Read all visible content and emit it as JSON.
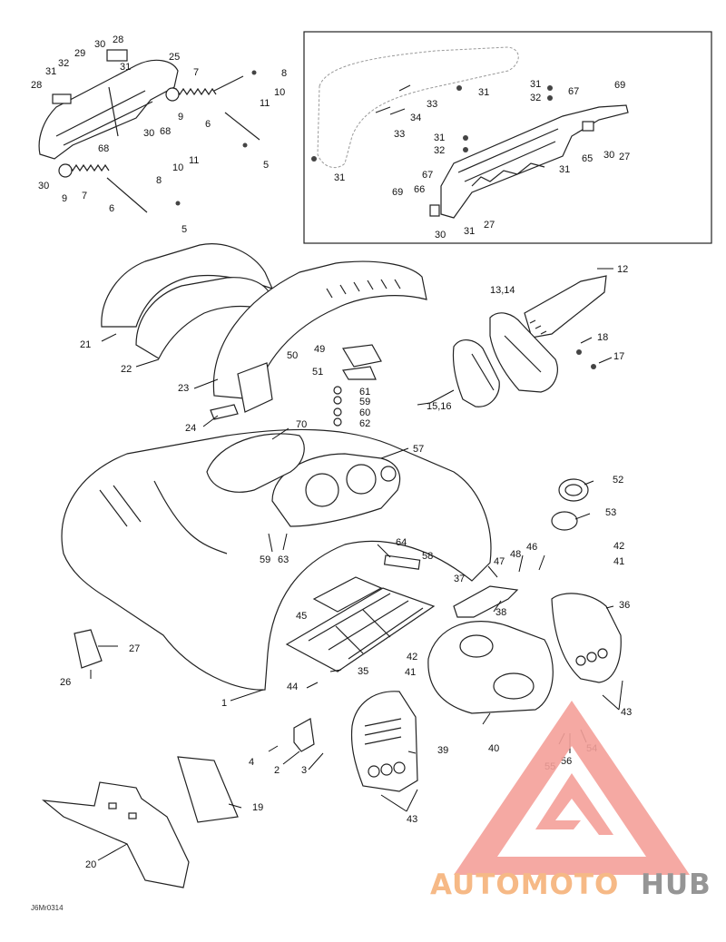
{
  "diagram": {
    "drawing_code": "J6Mr0314",
    "callouts": {
      "c1": "1",
      "c2": "2",
      "c3": "3",
      "c4": "4",
      "c5a": "5",
      "c5b": "5",
      "c6a": "6",
      "c6b": "6",
      "c7a": "7",
      "c7b": "7",
      "c8a": "8",
      "c8b": "8",
      "c9a": "9",
      "c9b": "9",
      "c10a": "10",
      "c10b": "10",
      "c11a": "11",
      "c11b": "11",
      "c12": "12",
      "c1314": "13,14",
      "c1516": "15,16",
      "c17": "17",
      "c18": "18",
      "c19": "19",
      "c20": "20",
      "c21": "21",
      "c22": "22",
      "c23": "23",
      "c24": "24",
      "c25": "25",
      "c26": "26",
      "c27a": "27",
      "c27b": "27",
      "c27c": "27",
      "c28a": "28",
      "c28b": "28",
      "c29": "29",
      "c30a": "30",
      "c30b": "30",
      "c30c": "30",
      "c30d": "30",
      "c30e": "30",
      "c31a": "31",
      "c31b": "31",
      "c31c": "31",
      "c31d": "31",
      "c31e": "31",
      "c31f": "31",
      "c31g": "31",
      "c31h": "31",
      "c32a": "32",
      "c32b": "32",
      "c32c": "32",
      "c33a": "33",
      "c33b": "33",
      "c34": "34",
      "c35": "35",
      "c36": "36",
      "c37": "37",
      "c38": "38",
      "c39": "39",
      "c40": "40",
      "c41a": "41",
      "c41b": "41",
      "c42a": "42",
      "c42b": "42",
      "c43a": "43",
      "c43b": "43",
      "c44": "44",
      "c45": "45",
      "c46": "46",
      "c47": "47",
      "c48": "48",
      "c49": "49",
      "c50": "50",
      "c51": "51",
      "c52": "52",
      "c53": "53",
      "c54": "54",
      "c55": "55",
      "c56": "56",
      "c57": "57",
      "c58": "58",
      "c59a": "59",
      "c59b": "59",
      "c60": "60",
      "c61": "61",
      "c62": "62",
      "c63": "63",
      "c64": "64",
      "c65": "65",
      "c66": "66",
      "c67a": "67",
      "c67b": "67",
      "c68a": "68",
      "c68b": "68",
      "c69a": "69",
      "c69b": "69",
      "c70": "70"
    }
  },
  "watermark": {
    "brand_part1": "AUTOMOTO",
    "brand_part2": "HUB",
    "color_primary": "#f4a09a",
    "color_text_orange": "#f6b27a",
    "color_text_gray": "#8a8a8a"
  }
}
